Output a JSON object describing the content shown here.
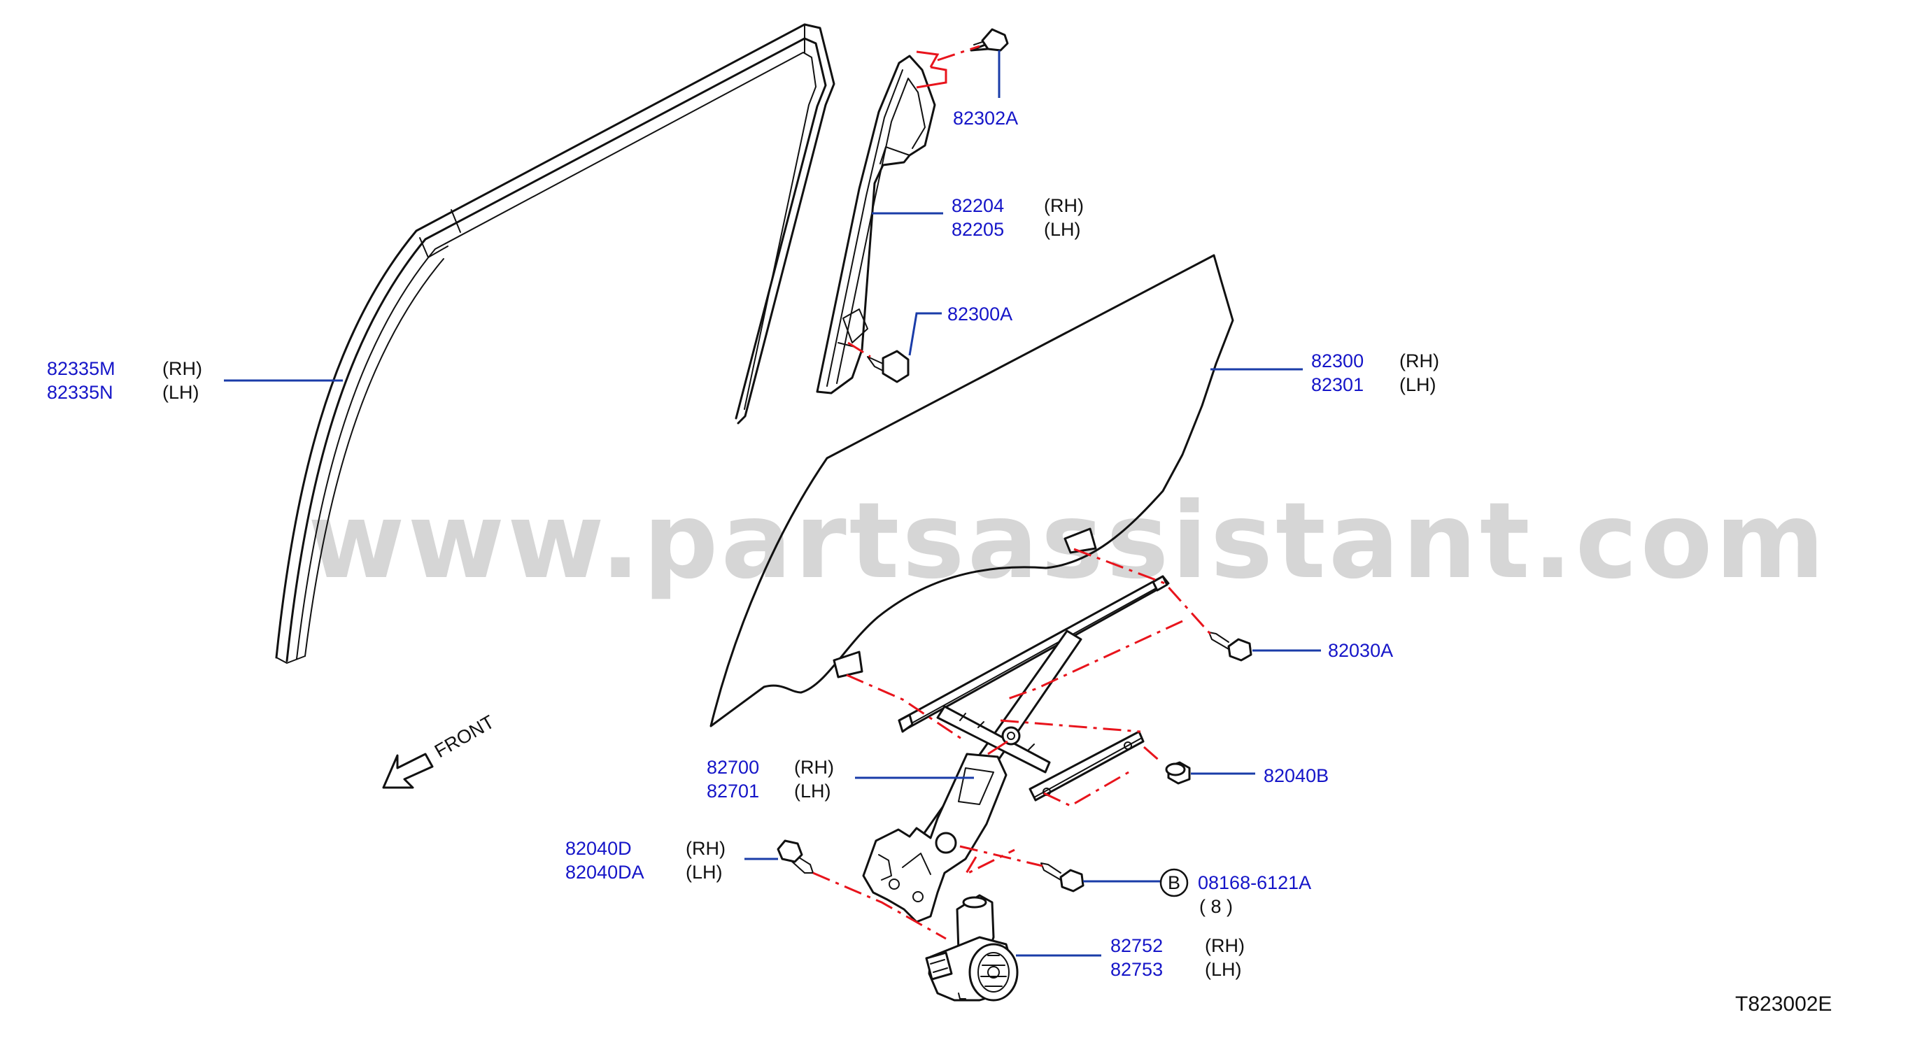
{
  "watermark": "www.partsassistant.com",
  "diagram_code": "T823002E",
  "front_label": "FRONT",
  "callouts": {
    "c82302A": {
      "part": "82302A"
    },
    "c82204": {
      "part_rh": "82204",
      "rh": "(RH)",
      "part_lh": "82205",
      "lh": "(LH)"
    },
    "c82300A": {
      "part": "82300A"
    },
    "c82335": {
      "part_rh": "82335M",
      "rh": "(RH)",
      "part_lh": "82335N",
      "lh": "(LH)"
    },
    "c82300": {
      "part_rh": "82300",
      "rh": "(RH)",
      "part_lh": "82301",
      "lh": "(LH)"
    },
    "c82030A": {
      "part": "82030A"
    },
    "c82040B": {
      "part": "82040B"
    },
    "c82700": {
      "part_rh": "82700",
      "rh": "(RH)",
      "part_lh": "82701",
      "lh": "(LH)"
    },
    "c82040D": {
      "part_rh": "82040D",
      "rh": "(RH)",
      "part_lh": "82040DA",
      "lh": "(LH)"
    },
    "c08168": {
      "badge": "B",
      "part": "08168-6121A",
      "qty": "( 8 )"
    },
    "c82752": {
      "part_rh": "82752",
      "rh": "(RH)",
      "part_lh": "82753",
      "lh": "(LH)"
    }
  },
  "colors": {
    "part_number": "#1515c8",
    "leader_line": "#1a3ca8",
    "assembly_dash": "#e8141c",
    "watermark": "#d6d6d6"
  }
}
